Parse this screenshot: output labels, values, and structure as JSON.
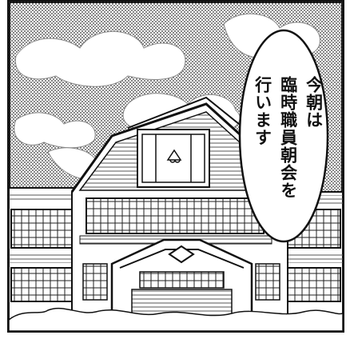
{
  "speech": {
    "line1": "今朝は",
    "line2": "臨時職員朝会を",
    "line3": "行います"
  }
}
